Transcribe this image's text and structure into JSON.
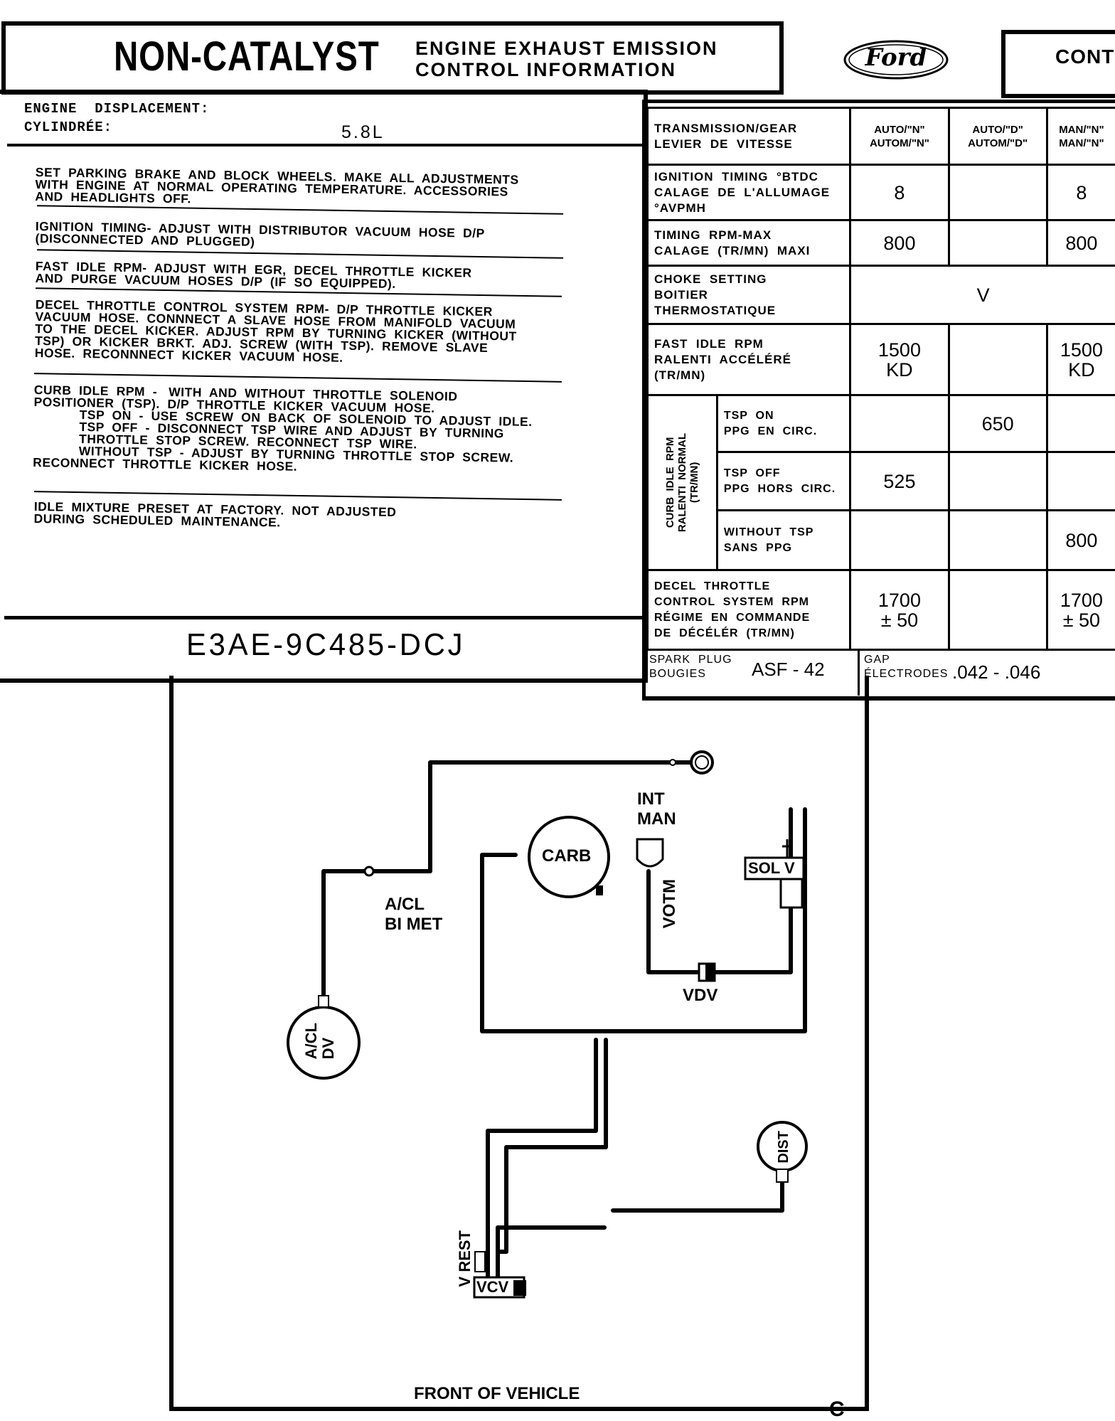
{
  "header": {
    "title": "NON-CATALYST",
    "subtitle_line1": "ENGINE  EXHAUST  EMISSION",
    "subtitle_line2": "CONTROL  INFORMATION",
    "logo_text": "Ford",
    "right_tab": "CONTR"
  },
  "engine": {
    "label_line1": "ENGINE  DISPLACEMENT:",
    "label_line2": "CYLINDRÉE:",
    "value": "5.8L"
  },
  "instructions": [
    "SET  PARKING  BRAKE  AND  BLOCK  WHEELS.  MAKE  ALL  ADJUSTMENTS\nWITH  ENGINE  AT  NORMAL  OPERATING  TEMPERATURE.  ACCESSORIES\nAND  HEADLIGHTS  OFF.",
    "IGNITION  TIMING-  ADJUST  WITH  DISTRIBUTOR  VACUUM  HOSE  D/P\n(DISCONNECTED  AND  PLUGGED)",
    "FAST  IDLE  RPM-  ADJUST  WITH  EGR,  DECEL  THROTTLE  KICKER\nAND  PURGE  VACUUM  HOSES  D/P  (IF  SO  EQUIPPED).",
    "DECEL  THROTTLE  CONTROL  SYSTEM  RPM-  D/P  THROTTLE  KICKER\nVACUUM  HOSE.  CONNNECT  A  SLAVE  HOSE  FROM  MANIFOLD  VACUUM\nTO  THE  DECEL  KICKER.  ADJUST  RPM  BY  TURNING  KICKER  (WITHOUT\nTSP)  OR  KICKER  BRKT.  ADJ.  SCREW  (WITH  TSP).  REMOVE  SLAVE\nHOSE.  RECONNNECT  KICKER  VACUUM  HOSE.",
    "CURB  IDLE  RPM  -   WITH  AND  WITHOUT  THROTTLE  SOLENOID\nPOSITIONER  (TSP).  D/P  THROTTLE  KICKER  VACUUM  HOSE.\n            TSP  ON  -  USE  SCREW  ON  BACK  OF  SOLENOID  TO  ADJUST  IDLE.\n            TSP  OFF  -  DISCONNECT  TSP  WIRE  AND  ADJUST  BY  TURNING\n            THROTTLE  STOP  SCREW.  RECONNECT  TSP  WIRE.\n            WITHOUT  TSP  -  ADJUST  BY  TURNING  THROTTLE  STOP  SCREW.\nRECONNECT  THROTTLE  KICKER  HOSE.",
    "IDLE  MIXTURE  PRESET  AT  FACTORY.  NOT  ADJUSTED\nDURING  SCHEDULED  MAINTENANCE."
  ],
  "part_number": "E3AE-9C485-DCJ",
  "spec_table": {
    "header_label": "TRANSMISSION/GEAR\nLEVIER  DE  VITESSE",
    "columns": [
      {
        "line1": "AUTO/\"N\"",
        "line2": "AUTOM/\"N\""
      },
      {
        "line1": "AUTO/\"D\"",
        "line2": "AUTOM/\"D\""
      },
      {
        "line1": "MAN/\"N\"",
        "line2": "MAN/\"N\""
      }
    ],
    "rows": {
      "ignition": {
        "label": "IGNITION  TIMING  °BTDC\nCALAGE  DE  L'ALLUMAGE\n°AVPMH",
        "c1": "8",
        "c2": "",
        "c3": "8"
      },
      "timing_rpm": {
        "label": "TIMING  RPM-MAX\nCALAGE  (TR/MN)  MAXI",
        "c1": "800",
        "c2": "",
        "c3": "800"
      },
      "choke": {
        "label": "CHOKE  SETTING\nBOITIER\nTHERMOSTATIQUE",
        "value": "V"
      },
      "fast_idle": {
        "label": "FAST  IDLE  RPM\nRALENTI  ACCÉLÉRÉ\n(TR/MN)",
        "c1": "1500\nKD",
        "c2": "",
        "c3": "1500\nKD"
      },
      "curb_group_label": "CURB  IDLE  RPM\nRALENTI  NORMAL\n(TR/MN)",
      "tsp_on": {
        "label": "TSP  ON\nPPG  EN  CIRC.",
        "c1": "",
        "c2": "650",
        "c3": ""
      },
      "tsp_off": {
        "label": "TSP  OFF\nPPG  HORS  CIRC.",
        "c1": "525",
        "c2": "",
        "c3": ""
      },
      "without_tsp": {
        "label": "WITHOUT  TSP\nSANS  PPG",
        "c1": "",
        "c2": "",
        "c3": "800"
      },
      "decel": {
        "label": "DECEL  THROTTLE\nCONTROL  SYSTEM  RPM\nRÉGIME  EN  COMMANDE\nDE  DÉCÉLÉR  (TR/MN)",
        "c1": "1700\n± 50",
        "c2": "",
        "c3": "1700\n± 50"
      }
    },
    "spark_plug_label": "SPARK  PLUG\nBOUGIES",
    "spark_plug_value": "ASF - 42",
    "gap_label": "GAP\nÉLECTRODES",
    "gap_value": ".042 - .046"
  },
  "diagram": {
    "int_man": "INT\nMAN",
    "carb": "CARB",
    "votm": "VOTM",
    "sol_v": "SOL V",
    "acl_bimet": "A/CL\nBI MET",
    "acl_dv": "A/CL\nDV",
    "vdv": "VDV",
    "dist": "DIST",
    "v_rest": "V REST",
    "vcv": "VCV",
    "front": "FRONT OF VEHICLE",
    "corner_letter": "C"
  }
}
